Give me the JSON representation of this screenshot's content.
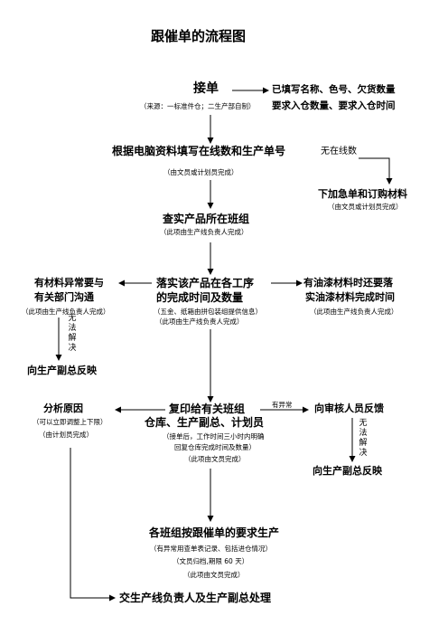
{
  "title": "跟催单的流程图",
  "steps": {
    "receive": "接单",
    "receive_note": "（来源：一标准件仓；二生产部自制）",
    "receive_right_1": "已填写名称、色号、欠货数量",
    "receive_right_2": "要求入仓数量、要求入仓时间",
    "fill": "根据电脑资料填写在线数和生产单号",
    "no_online": "无在线数",
    "fill_note": "（由文员或计划员完成）",
    "urgent": "下加急单和订购材料",
    "urgent_note": "（由文员或计划员完成）",
    "check": "查实产品所在班组",
    "check_note": "（此项由生产线负责人完成）",
    "implement_1": "落实该产品在各工序",
    "implement_2": "的完成时间及数量",
    "implement_note_1": "（五金、纸箱由拼包装组提供信息）",
    "implement_note_2": "（此项由生产线负责人完成）",
    "left_1": "有材料异常要与",
    "left_2": "有关部门沟通",
    "left_note": "（此项由生产线负责人完成）",
    "unresolved_left": "无法解决",
    "report_left": "向生产副总反映",
    "right_1": "有油漆材料时还要落",
    "right_2": "实油漆材料完成时间",
    "right_note": "（此项由生产线负责人完成）",
    "copy_1": "复印给有关班组",
    "copy_2": "仓库、生产副总、计划员",
    "copy_note_1": "（接单后，工作时间三小时内明确",
    "copy_note_2": "回复仓库完成时间及数量）",
    "copy_note_3": "（此项由文员完成）",
    "abnormal": "有异常",
    "analyze": "分析原因",
    "analyze_note_1": "（可以立即调整上下限）",
    "analyze_note_2": "（由计划员完成）",
    "audit": "向审核人员反馈",
    "unresolved_right": "无法解决",
    "report_right": "向生产副总反映",
    "produce": "各班组按跟催单的要求生产",
    "produce_note_1": "（有异常用查单表记录、包括进仓情况）",
    "produce_note_2": "（文员归档,期限 60 天）",
    "produce_note_3": "（此项由文员完成）",
    "final": "交生产线负责人及生产副总处理"
  }
}
